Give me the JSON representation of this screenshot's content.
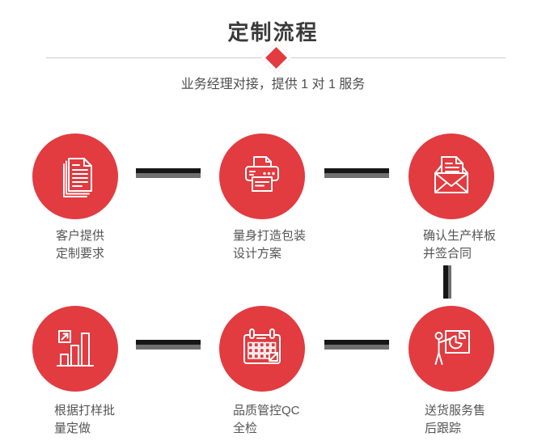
{
  "header": {
    "title": "定制流程",
    "subtitle": "业务经理对接，提供 1 对 1 服务"
  },
  "colors": {
    "accent_red": "#e23b40",
    "title_text": "#3a3a3a",
    "subtitle_text": "#4d4d4d",
    "label_text": "#555555",
    "connector_dark": "#161616",
    "connector_gray": "#6f6f6f",
    "divider": "#cccccc"
  },
  "steps": [
    {
      "icon": "documents-icon",
      "label_line1": "客户提供",
      "label_line2": "定制要求"
    },
    {
      "icon": "printer-icon",
      "label_line1": "量身打造包装",
      "label_line2": "设计方案"
    },
    {
      "icon": "envelope-icon",
      "label_line1": "确认生产样板",
      "label_line2": "并签合同"
    },
    {
      "icon": "bar-chart-icon",
      "label_line1": "根据打样批",
      "label_line2": "量定做"
    },
    {
      "icon": "calendar-icon",
      "label_line1": "品质管控QC",
      "label_line2": "全检"
    },
    {
      "icon": "presentation-icon",
      "label_line1": "送货服务售",
      "label_line2": "后跟踪"
    }
  ]
}
